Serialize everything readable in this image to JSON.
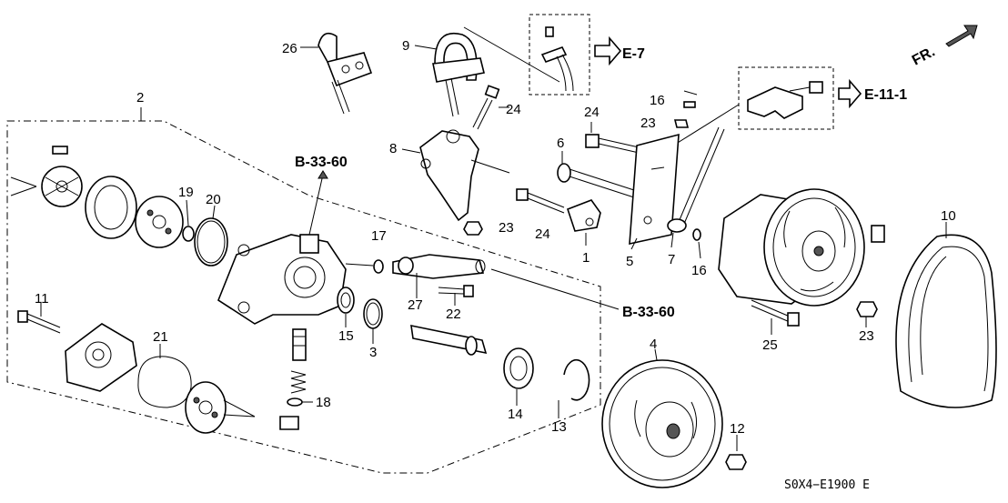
{
  "diagram": {
    "callouts": [
      {
        "id": "c26",
        "text": "26"
      },
      {
        "id": "c9",
        "text": "9"
      },
      {
        "id": "c2",
        "text": "2"
      },
      {
        "id": "c24a",
        "text": "24"
      },
      {
        "id": "c8",
        "text": "8"
      },
      {
        "id": "c23a",
        "text": "23"
      },
      {
        "id": "c19",
        "text": "19"
      },
      {
        "id": "c20",
        "text": "20"
      },
      {
        "id": "c17",
        "text": "17"
      },
      {
        "id": "c27",
        "text": "27"
      },
      {
        "id": "c22",
        "text": "22"
      },
      {
        "id": "c15",
        "text": "15"
      },
      {
        "id": "c3",
        "text": "3"
      },
      {
        "id": "c11",
        "text": "11"
      },
      {
        "id": "c21",
        "text": "21"
      },
      {
        "id": "c18",
        "text": "18"
      },
      {
        "id": "c14",
        "text": "14"
      },
      {
        "id": "c13",
        "text": "13"
      },
      {
        "id": "c16a",
        "text": "16"
      },
      {
        "id": "c23b",
        "text": "23"
      },
      {
        "id": "c24b",
        "text": "24"
      },
      {
        "id": "c6",
        "text": "6"
      },
      {
        "id": "c24c",
        "text": "24"
      },
      {
        "id": "c1",
        "text": "1"
      },
      {
        "id": "c5",
        "text": "5"
      },
      {
        "id": "c7",
        "text": "7"
      },
      {
        "id": "c16b",
        "text": "16"
      },
      {
        "id": "c10",
        "text": "10"
      },
      {
        "id": "c25",
        "text": "25"
      },
      {
        "id": "c23c",
        "text": "23"
      },
      {
        "id": "c4",
        "text": "4"
      },
      {
        "id": "c12",
        "text": "12"
      }
    ],
    "references": {
      "e7": "E-7",
      "e11": "E-11-1",
      "b33a": "B-33-60",
      "b33b": "B-33-60",
      "fr": "FR."
    },
    "drawing_code": "S0X4−E1900 E"
  }
}
